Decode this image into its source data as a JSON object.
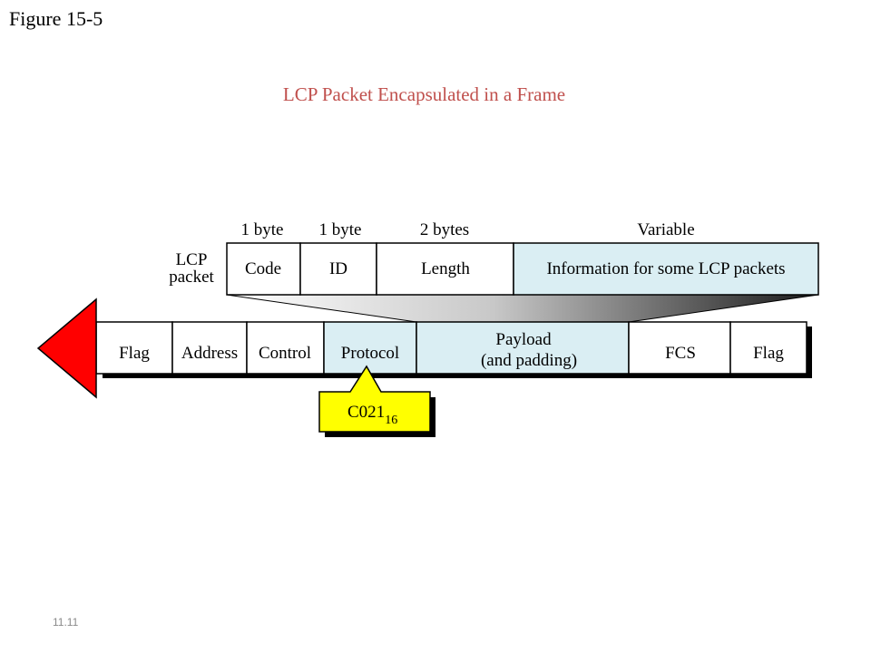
{
  "figure_label": "Figure 15-5",
  "title": "LCP Packet Encapsulated in a Frame",
  "slide_number": "11.11",
  "colors": {
    "title": "#c0504d",
    "cell_highlight": "#daeef3",
    "arrow": "#ff0000",
    "callout": "#ffff00"
  },
  "lcp_packet": {
    "label_line1": "LCP",
    "label_line2": "packet",
    "fields": [
      {
        "name": "Code",
        "size": "1 byte"
      },
      {
        "name": "ID",
        "size": "1 byte"
      },
      {
        "name": "Length",
        "size": "2 bytes"
      },
      {
        "name": "Information for some LCP packets",
        "size": "Variable"
      }
    ]
  },
  "frame": {
    "fields": [
      "Flag",
      "Address",
      "Control",
      "Protocol"
    ],
    "payload_line1": "Payload",
    "payload_line2": "(and padding)",
    "trailer_fields": [
      "FCS",
      "Flag"
    ]
  },
  "callout": {
    "value": "C021",
    "subscript": "16"
  }
}
